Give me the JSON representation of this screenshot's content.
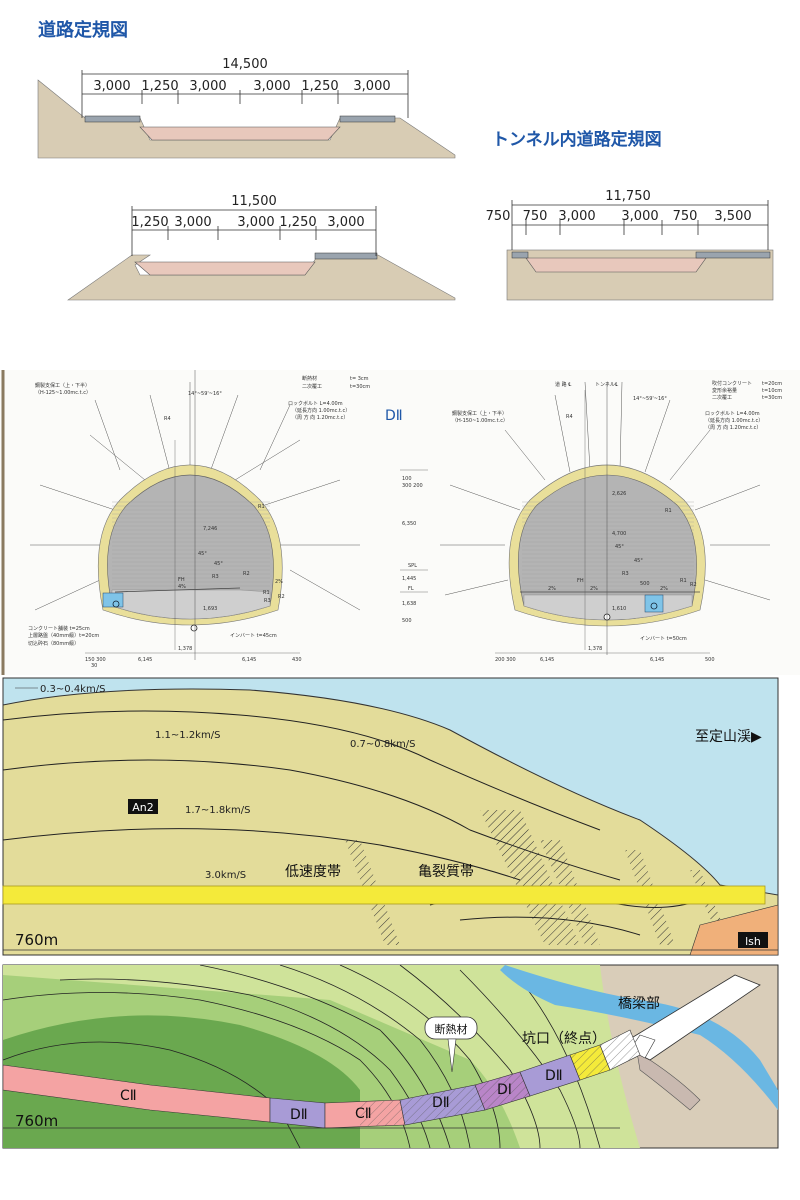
{
  "road_standard": {
    "title": "道路定規図",
    "section1": {
      "total": "14,500",
      "widths": [
        "3,000",
        "1,250",
        "3,000",
        "3,000",
        "1,250",
        "3,000"
      ]
    },
    "section2": {
      "total": "11,500",
      "widths": [
        "1,250",
        "3,000",
        "3,000",
        "1,250",
        "3,000"
      ]
    }
  },
  "tunnel_road_standard": {
    "title": "トンネル内道路定規図",
    "total": "11,750",
    "outer_left": "750",
    "widths": [
      "750",
      "3,000",
      "3,000",
      "750",
      "3,500"
    ]
  },
  "tunnel_left": {
    "angle": "14°~59'~16°",
    "steel_support": "鋼製支保工（上・下半）",
    "steel_support_spec": "（H-125~1.00mc.t.c）",
    "insulation": "断熱材",
    "insulation_t": "t= 3cm",
    "secondary_lining": "二次覆工",
    "secondary_lining_t": "t=30cm",
    "rock_bolt": "ロックボルト L=4.00m",
    "rock_bolt_long": "（延長方向 1.00mc.t.c）",
    "rock_bolt_ring": "（周 方 向 1.20mc.t.c）",
    "labels": [
      "R4",
      "R1",
      "7,246",
      "45°",
      "45°",
      "R3",
      "R2",
      "2%",
      "FH",
      "4%",
      "R1",
      "R2",
      "R3",
      "1,693"
    ],
    "paving": [
      "コンクリート舗装 t=25cm",
      "上層路盤（40mm級）t=20cm",
      "切込砕石（80mm級）"
    ],
    "invert": "インバート t=45cm",
    "bottom_dims": [
      "150 300",
      "30",
      "6,145",
      "1,378",
      "6,145",
      "430"
    ]
  },
  "tunnel_right": {
    "class": "DⅡ",
    "road_cl": "道 路 ℄",
    "tunnel_cl": "トンネル℄",
    "angle": "14°~59'~16°",
    "steel_support": "鋼製支保工（上・下半）",
    "steel_support_spec": "（H-150~1.00mc.t.c）",
    "shotcrete": "吹付コンクリート",
    "shotcrete_t": "t=20cm",
    "deformation": "変形余裕量",
    "deformation_t": "t=10cm",
    "secondary_lining": "二次覆工",
    "secondary_lining_t": "t=30cm",
    "rock_bolt": "ロックボルト L=4.00m",
    "rock_bolt_long": "（延長方向 1.00mc.t.c）",
    "rock_bolt_ring": "（周 方 向 1.20mc.t.c）",
    "left_dims": [
      "100",
      "300 200",
      "6,350",
      "SPL",
      "1,445",
      "FL",
      "1,638",
      "500"
    ],
    "labels": [
      "R4",
      "R1",
      "2,626",
      "4,700",
      "45°",
      "45°",
      "R3",
      "FH",
      "2%",
      "2%",
      "500",
      "2%",
      "R1",
      "R2",
      "1,610"
    ],
    "invert": "インバート t=50cm",
    "bottom_dims": [
      "200 300",
      "6,145",
      "1,378",
      "6,145",
      "500"
    ]
  },
  "geology": {
    "velocities": [
      "0.3~0.4km/S",
      "1.1~1.2km/S",
      "0.7~0.8km/S",
      "1.7~1.8km/S",
      "3.0km/S"
    ],
    "rock_an": "An2",
    "rock_lsh": "lsh",
    "low_velocity_zone": "低速度帯",
    "fracture_zone": "亀裂質帯",
    "direction": "至定山渓▶",
    "length": "760m"
  },
  "plan": {
    "segments": [
      "CⅡ",
      "DⅡ",
      "CⅡ",
      "DⅡ",
      "DⅠ",
      "DⅡ"
    ],
    "insulation_callout": "断熱材",
    "portal": "坑口（終点）",
    "bridge": "橋梁部",
    "length": "760m"
  },
  "colors": {
    "title_blue": "#1f57a8",
    "ground": "#d8ccb4",
    "road": "#e8c8bc",
    "lining": "#e9df9a",
    "tunnel_fill": "#b4b4b4",
    "sky": "#bfe3ee",
    "hill": "#e3dc9a",
    "band": "#f4ea3a",
    "cII": "#f4a3a3",
    "dII": "#a89bd6",
    "dI": "#b985c8"
  }
}
